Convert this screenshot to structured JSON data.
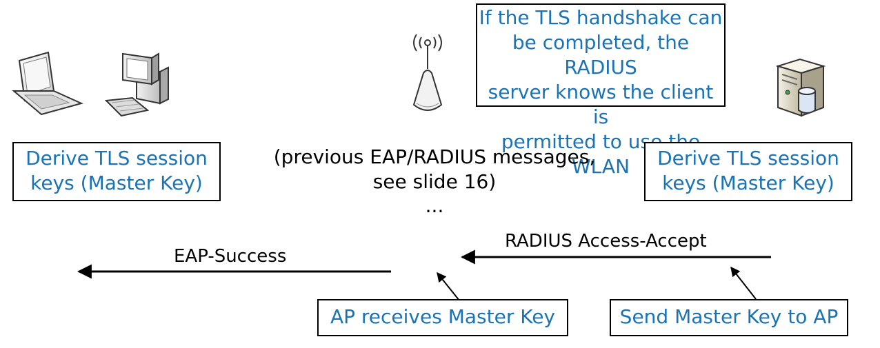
{
  "colors": {
    "box_text": "#1a73b5",
    "border": "#000000",
    "plain_text": "#000000"
  },
  "icons": {
    "client": "laptop-and-desktop-icon",
    "access_point": "wireless-access-point-icon",
    "server": "server-tower-icon"
  },
  "callout": {
    "line1": "If the TLS handshake can",
    "line2": "be completed, the RADIUS",
    "line3": "server knows the client is",
    "line4": "permitted to use the WLAN"
  },
  "client_box": {
    "line1": "Derive TLS session",
    "line2": "keys (Master Key)"
  },
  "server_box": {
    "line1": "Derive TLS session",
    "line2": "keys (Master Key)"
  },
  "middle_text": {
    "line1": "(previous EAP/RADIUS messages,",
    "line2": "see slide 16)",
    "ellipsis": "..."
  },
  "messages": {
    "eap_success": "EAP-Success",
    "radius_accept": "RADIUS Access-Accept"
  },
  "ap_box": {
    "label": "AP receives Master Key"
  },
  "send_box": {
    "label": "Send Master Key to AP"
  }
}
